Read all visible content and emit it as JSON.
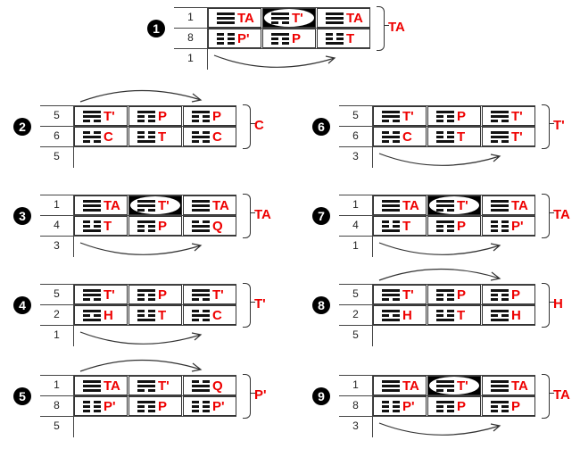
{
  "trigrams": {
    "TA": [
      1,
      1,
      1
    ],
    "T'": [
      1,
      1,
      0
    ],
    "P": [
      1,
      0,
      0
    ],
    "P'": [
      0,
      0,
      0
    ],
    "T": [
      0,
      0,
      1
    ],
    "C": [
      0,
      1,
      0
    ],
    "Q": [
      0,
      1,
      1
    ],
    "H": [
      1,
      0,
      1
    ]
  },
  "panels": [
    {
      "id": "1",
      "nums": [
        "1",
        "8",
        "1"
      ],
      "row1": [
        "TA",
        "T'",
        "TA"
      ],
      "row2": [
        "P'",
        "P",
        "T"
      ],
      "result": "TA",
      "highlight": 1,
      "arrow": "below"
    },
    {
      "id": "2",
      "nums": [
        "5",
        "6",
        "5"
      ],
      "row1": [
        "T'",
        "P",
        "P"
      ],
      "row2": [
        "C",
        "T",
        "C"
      ],
      "result": "C",
      "highlight": -1,
      "arrow": "above"
    },
    {
      "id": "3",
      "nums": [
        "1",
        "4",
        "3"
      ],
      "row1": [
        "TA",
        "T'",
        "TA"
      ],
      "row2": [
        "T",
        "P",
        "Q"
      ],
      "result": "TA",
      "highlight": 1,
      "arrow": "below"
    },
    {
      "id": "4",
      "nums": [
        "5",
        "2",
        "1"
      ],
      "row1": [
        "T'",
        "P",
        "T'"
      ],
      "row2": [
        "H",
        "T",
        "C"
      ],
      "result": "T'",
      "highlight": -1,
      "arrow": "below"
    },
    {
      "id": "5",
      "nums": [
        "1",
        "8",
        "5"
      ],
      "row1": [
        "TA",
        "T'",
        "Q"
      ],
      "row2": [
        "P'",
        "P",
        "P'"
      ],
      "result": "P'",
      "highlight": -1,
      "arrow": "above"
    },
    {
      "id": "6",
      "nums": [
        "5",
        "6",
        "3"
      ],
      "row1": [
        "T'",
        "P",
        "T'"
      ],
      "row2": [
        "C",
        "T",
        "T'"
      ],
      "result": "T'",
      "highlight": -1,
      "arrow": "below"
    },
    {
      "id": "7",
      "nums": [
        "1",
        "4",
        "1"
      ],
      "row1": [
        "TA",
        "T'",
        "TA"
      ],
      "row2": [
        "T",
        "P",
        "P'"
      ],
      "result": "TA",
      "highlight": 1,
      "arrow": "below"
    },
    {
      "id": "8",
      "nums": [
        "5",
        "2",
        "5"
      ],
      "row1": [
        "T'",
        "P",
        "P"
      ],
      "row2": [
        "H",
        "T",
        "H"
      ],
      "result": "H",
      "highlight": -1,
      "arrow": "above"
    },
    {
      "id": "9",
      "nums": [
        "1",
        "8",
        "3"
      ],
      "row1": [
        "TA",
        "T'",
        "TA"
      ],
      "row2": [
        "P'",
        "P",
        "P"
      ],
      "result": "TA",
      "highlight": 1,
      "arrow": "below"
    }
  ]
}
